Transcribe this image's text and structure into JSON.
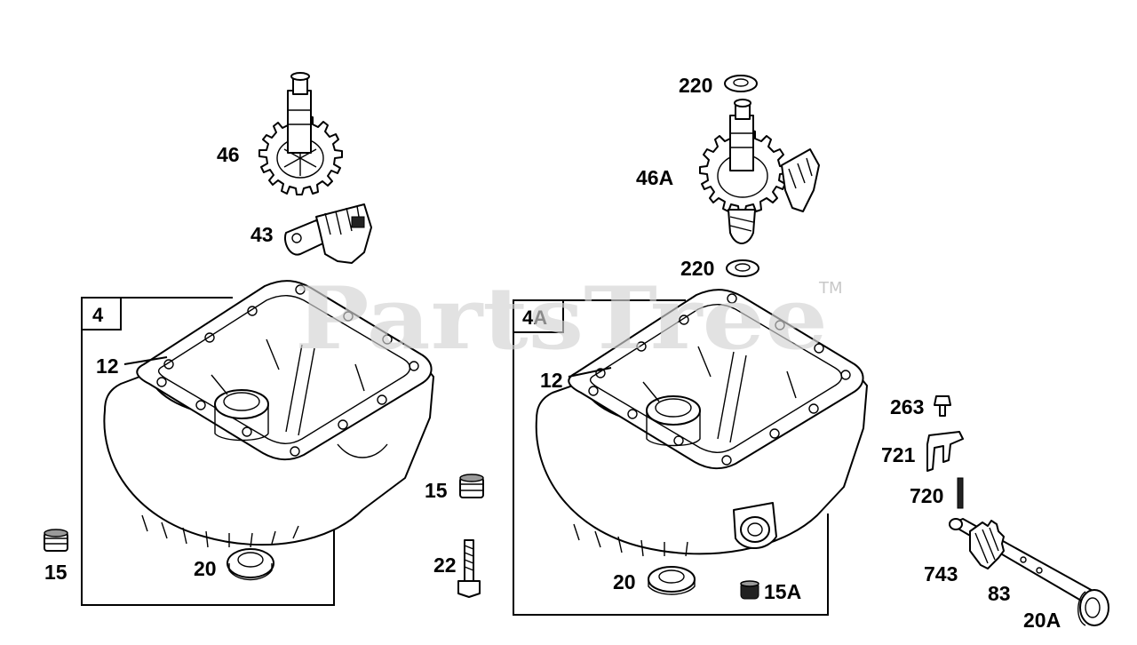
{
  "watermark": {
    "text": "PartsTree",
    "trademark": "TM"
  },
  "groups": [
    {
      "id": "4",
      "label": "4"
    },
    {
      "id": "4A",
      "label": "4A"
    }
  ],
  "labels": {
    "p46": "46",
    "p43": "43",
    "p12a": "12",
    "p15a": "15",
    "p20a": "20",
    "p15b": "15",
    "p22": "22",
    "p220t": "220",
    "p46A": "46A",
    "p220b": "220",
    "p12b": "12",
    "p20b": "20",
    "p15A": "15A",
    "p263": "263",
    "p721": "721",
    "p720": "720",
    "p743": "743",
    "p83": "83",
    "p20A": "20A"
  },
  "colors": {
    "ink": "#000000",
    "watermark": "#d4d4d4",
    "background": "#ffffff"
  }
}
